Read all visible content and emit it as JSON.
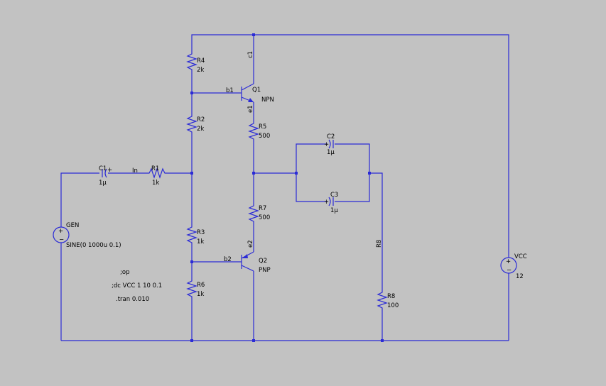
{
  "colors": {
    "background": "#c2c2c2",
    "wire": "#2b2bd6",
    "text": "#000000"
  },
  "components": {
    "c1": {
      "name": "C1",
      "value": "1µ"
    },
    "r1": {
      "name": "R1",
      "value": "1k"
    },
    "r4": {
      "name": "R4",
      "value": "2k"
    },
    "r2": {
      "name": "R2",
      "value": "2k"
    },
    "r3": {
      "name": "R3",
      "value": "1k"
    },
    "r6": {
      "name": "R6",
      "value": "1k"
    },
    "r5": {
      "name": "R5",
      "value": "500"
    },
    "r7": {
      "name": "R7",
      "value": "500"
    },
    "r8": {
      "name": "R8",
      "value": "100"
    },
    "c2": {
      "name": "C2",
      "value": "1µ"
    },
    "c3": {
      "name": "C3",
      "value": "1µ"
    },
    "q1": {
      "name": "Q1",
      "type": "NPN"
    },
    "q2": {
      "name": "Q2",
      "type": "PNP"
    },
    "gen": {
      "name": "GEN",
      "value": "SINE(0 1000u 0.1)"
    },
    "vcc": {
      "name": "VCC",
      "value": "12"
    }
  },
  "net_labels": {
    "in": "In",
    "b1": "b1",
    "c1": "c1",
    "e1": "e1",
    "b2": "b2",
    "e2": "e2",
    "r8_top": "R8"
  },
  "directives": [
    ";op",
    ";dc VCC 1 10 0.1",
    ".tran 0.010"
  ]
}
